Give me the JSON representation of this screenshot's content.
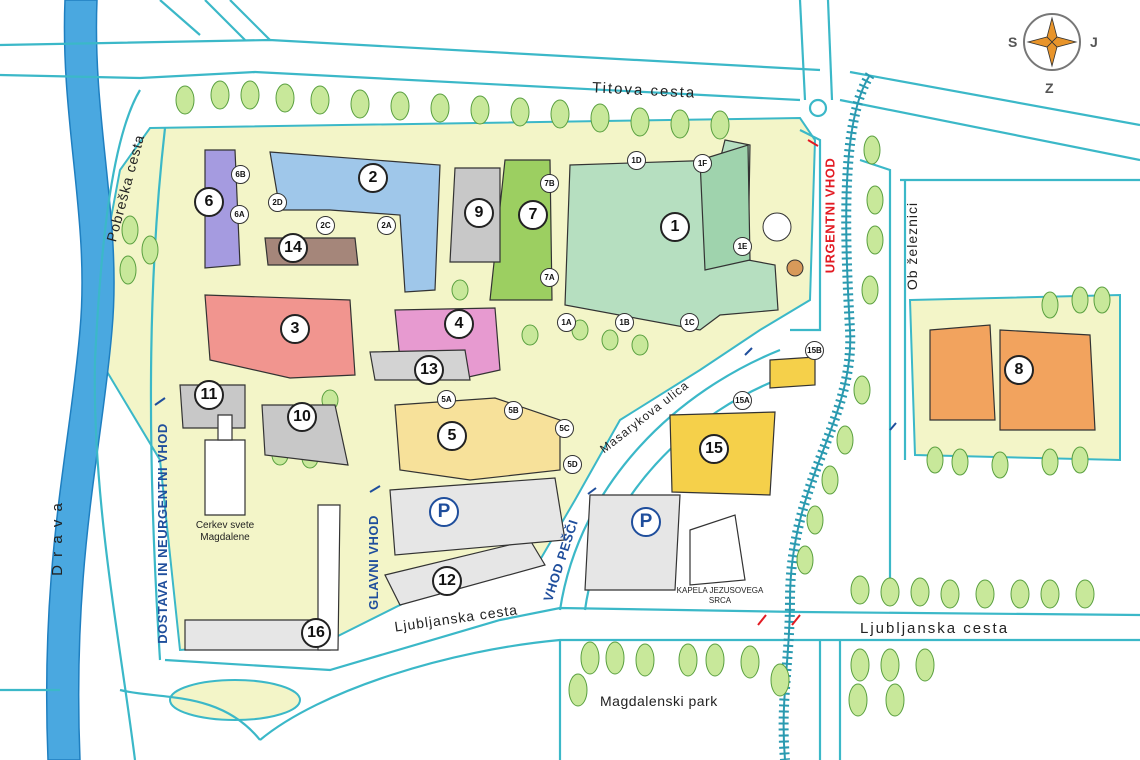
{
  "colors": {
    "water": "#4aa8e0",
    "road_line": "#3bb8c8",
    "grass": "#f3f5c8",
    "tree": "#c8e89a",
    "rail": "#2a9ab0",
    "entrance_blue": "#1f4e9c",
    "urgent_red": "#e21b23"
  },
  "map": {
    "compass": {
      "W": "S",
      "E": "J",
      "S": "Z"
    },
    "streets": {
      "titova": "Titova cesta",
      "pobreska": "Pobreška cesta",
      "ob_zeleznici": "Ob železnici",
      "ljubljanska_left": "Ljubljanska cesta",
      "ljubljanska_right": "Ljubljanska cesta",
      "masarykova": "Masarykova ulica",
      "drava": "D r a v a",
      "magdalenski_park": "Magdalenski park"
    },
    "entrances": {
      "urgentni": "URGENTNI VHOD",
      "dostava": "DOSTAVA IN NEURGENTNI VHOD",
      "glavni": "GLAVNI VHOD",
      "pesci": "VHOD PEŠČI"
    },
    "captions": {
      "cerkev_1": "Cerkev svete",
      "cerkev_2": "Magdalene",
      "kapela_1": "KAPELA JEZUSOVEGA",
      "kapela_2": "SRCA"
    },
    "parking_symbol": "P",
    "buildings": {
      "b1": "1",
      "b2": "2",
      "b3": "3",
      "b4": "4",
      "b5": "5",
      "b6": "6",
      "b7": "7",
      "b8": "8",
      "b9": "9",
      "b10": "10",
      "b11": "11",
      "b12": "12",
      "b13": "13",
      "b14": "14",
      "b15": "15",
      "b16": "16"
    },
    "sublabels": {
      "s1A": "1A",
      "s1B": "1B",
      "s1C": "1C",
      "s1D": "1D",
      "s1E": "1E",
      "s1F": "1F",
      "s2A": "2A",
      "s2C": "2C",
      "s2D": "2D",
      "s5A": "5A",
      "s5B": "5B",
      "s5C": "5C",
      "s5D": "5D",
      "s6A": "6A",
      "s6B": "6B",
      "s7A": "7A",
      "s7B": "7B",
      "s15A": "15A",
      "s15B": "15B"
    }
  }
}
